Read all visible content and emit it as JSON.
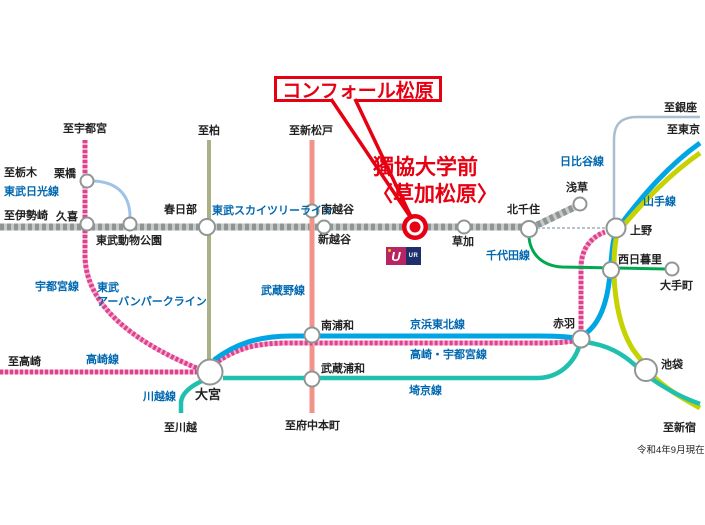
{
  "callout": {
    "title": "コンフォール松原"
  },
  "highlight": {
    "station_line1": "獨協大学前",
    "station_line2": "〈草加松原〉"
  },
  "stations": {
    "kurihashi": "栗橋",
    "kuki": "久喜",
    "tobu_dobutsu_koen": "東武動物公園",
    "kasukabe": "春日部",
    "minami_koshigaya": "南越谷",
    "shin_koshigaya": "新越谷",
    "soka": "草加",
    "kita_senju": "北千住",
    "asakusa": "浅草",
    "ueno": "上野",
    "nishi_nippori": "西日暮里",
    "otemachi": "大手町",
    "akabane": "赤羽",
    "ikebukuro": "池袋",
    "omiya": "大宮",
    "minami_urawa": "南浦和",
    "musashi_urawa": "武蔵浦和"
  },
  "destinations": {
    "to_utsunomiya": "至宇都宮",
    "to_kashiwa": "至柏",
    "to_shin_matsudo": "至新松戸",
    "to_tochigi": "至栃木",
    "to_isesaki": "至伊勢崎",
    "to_ginza": "至銀座",
    "to_tokyo": "至東京",
    "to_takasaki": "至高崎",
    "to_kawagoe": "至川越",
    "to_fuchu_hommachi": "至府中本町",
    "to_shinjuku": "至新宿"
  },
  "lines": {
    "tobu_nikko": "東武日光線",
    "utsunomiya_line": "宇都宮線",
    "tobu_urban_park_1": "東武",
    "tobu_urban_park_2": "アーバンパークライン",
    "tobu_skytree": "東武スカイツリーライン",
    "musashino": "武蔵野線",
    "keihin_tohoku": "京浜東北線",
    "takasaki_utsunomiya": "高崎・宇都宮線",
    "saikyo": "埼京線",
    "takasaki": "高崎線",
    "kawagoe": "川越線",
    "chiyoda": "千代田線",
    "hibiya": "日比谷線",
    "yamanote": "山手線"
  },
  "logo": {
    "u": "U",
    "ur": "UR"
  },
  "note": "令和4年9月現在",
  "colors": {
    "accent_red": "#e60012",
    "label_blue": "#0068b0",
    "jr_magenta": "#e0418f",
    "keihin_tohoku_blue": "#00a5e3",
    "yamanote_green": "#c6d300",
    "saikyo_teal": "#1fc0ae",
    "chiyoda_green": "#00a84f",
    "musashino_salmon": "#f2938b",
    "tobu_urban_olive": "#a9b185",
    "tobu_gray": "#9aa09f",
    "hibiya_blue": "#a9bed1",
    "tobu_nikko_blue": "#9fc3e7"
  }
}
